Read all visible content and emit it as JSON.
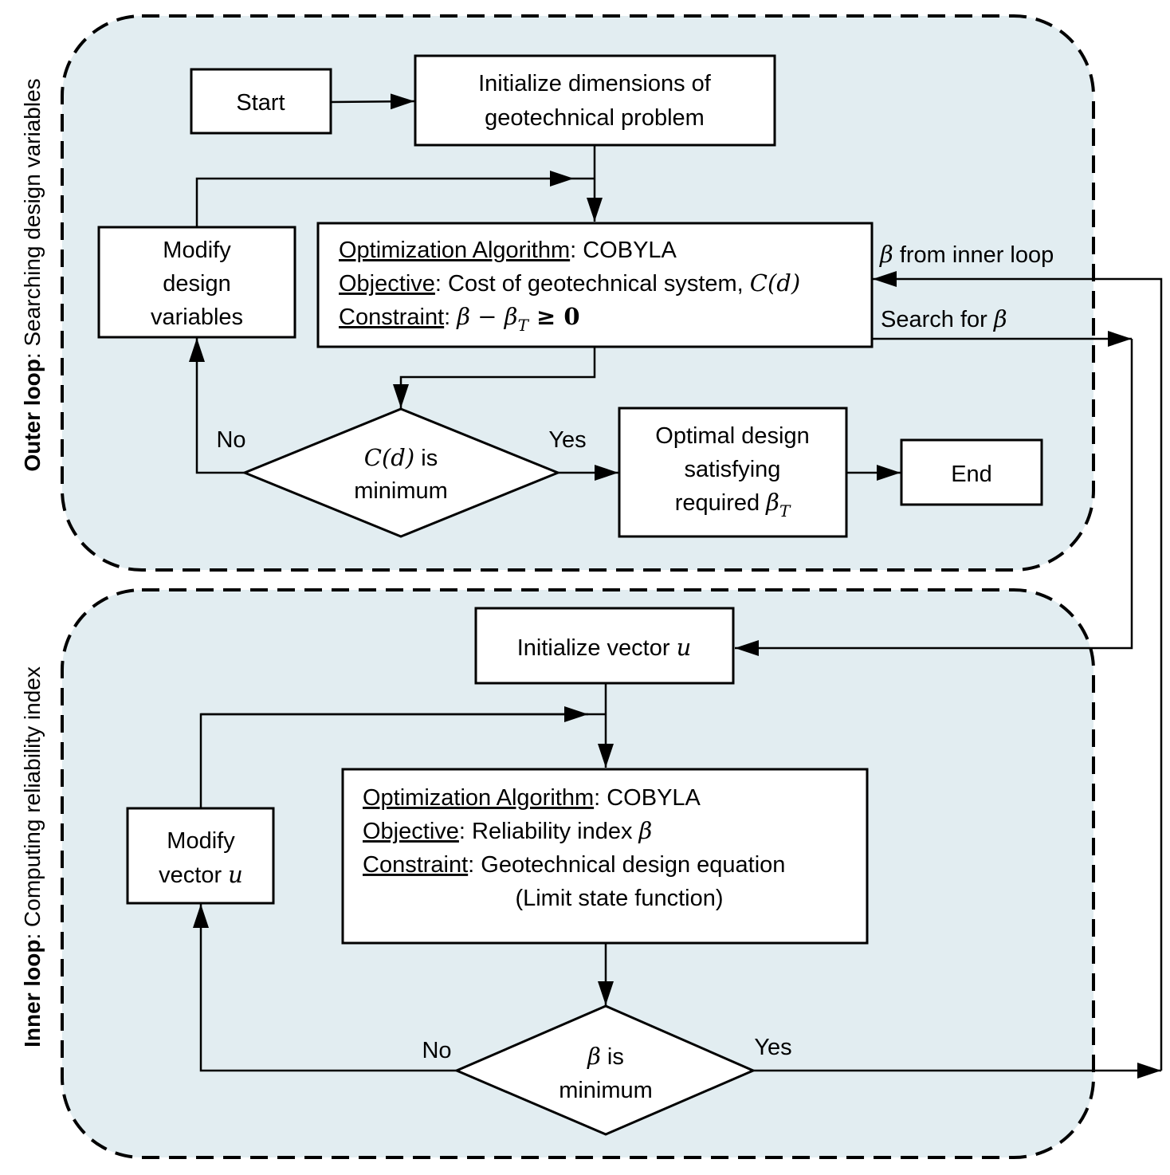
{
  "colors": {
    "region_fill": "#e2edf1",
    "stroke": "#000000"
  },
  "outer_loop": {
    "side_label_bold": "Outer loop",
    "side_label_rest": ": Searching design variables",
    "start": "Start",
    "init": [
      "Initialize dimensions of",
      "geotechnical problem"
    ],
    "modify": [
      "Modify",
      "design",
      "variables"
    ],
    "opt": {
      "algo_label": "Optimization Algorithm",
      "algo_value": ": COBYLA",
      "obj_label": "Objective",
      "obj_value": ": Cost of geotechnical system, ",
      "obj_math": "C(d)",
      "con_label": "Constraint",
      "con_value": ": ",
      "con_math": "β − β",
      "con_sub": "T",
      "con_tail": " ≥ 0"
    },
    "decision": {
      "math": "C(d)",
      "line1_rest": " is",
      "line2": "minimum"
    },
    "no": "No",
    "yes": "Yes",
    "optimal": {
      "line1": "Optimal design",
      "line2": "satisfying",
      "line3": "required ",
      "math": "β",
      "sub": "T"
    },
    "end": "End",
    "beta_from_inner": {
      "math": "β",
      "text": " from inner loop"
    },
    "search_for": {
      "text": "Search for ",
      "math": "β"
    }
  },
  "inner_loop": {
    "side_label_bold": "Inner loop",
    "side_label_rest": ": Computing reliability index",
    "init": {
      "text": "Initialize vector ",
      "math": "u"
    },
    "modify": {
      "line1": "Modify",
      "line2": "vector ",
      "math": "u"
    },
    "opt": {
      "algo_label": "Optimization Algorithm",
      "algo_value": ": COBYLA",
      "obj_label": "Objective",
      "obj_value": ": Reliability index ",
      "obj_math": "β",
      "con_label": "Constraint",
      "con_value": ": Geotechnical design equation",
      "con_line2": "(Limit state function)"
    },
    "decision": {
      "math": "β",
      "line1_rest": " is",
      "line2": "minimum"
    },
    "no": "No",
    "yes": "Yes"
  }
}
